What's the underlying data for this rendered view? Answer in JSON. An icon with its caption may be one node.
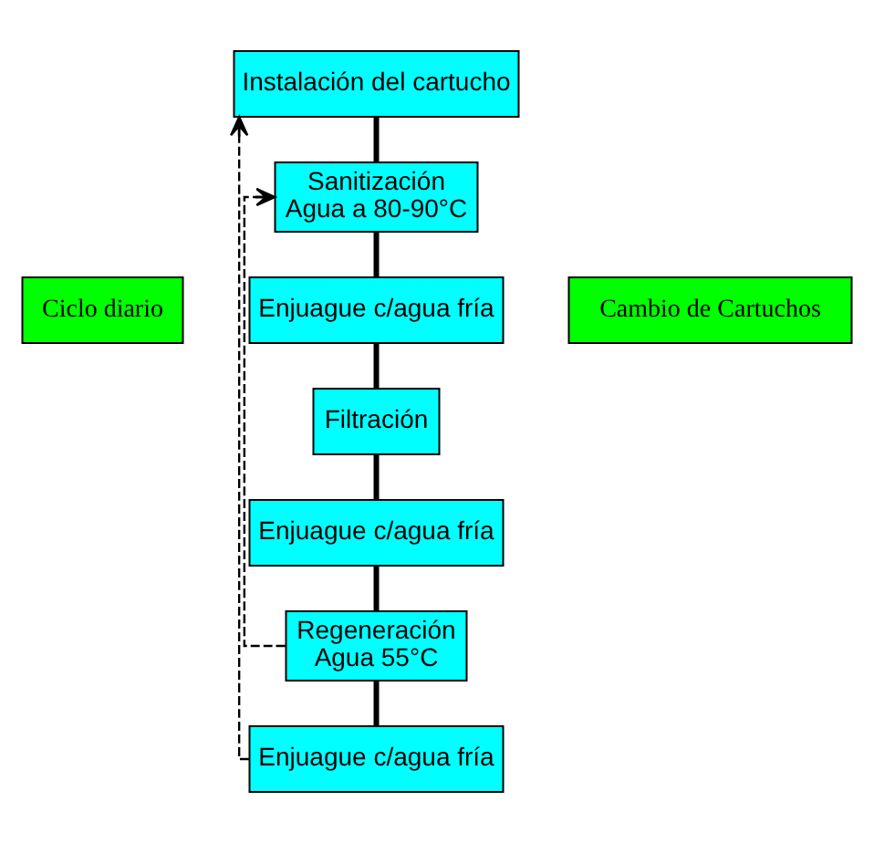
{
  "diagram": {
    "nodes": [
      {
        "text": [
          "Instalación del cartucho"
        ]
      },
      {
        "text": [
          "Sanitización",
          "Agua a 80-90°C"
        ]
      },
      {
        "text": [
          "Enjuague c/agua fría"
        ]
      },
      {
        "text": [
          "Filtración"
        ]
      },
      {
        "text": [
          "Enjuague c/agua fría"
        ]
      },
      {
        "text": [
          "Regeneración",
          "Agua 55°C"
        ]
      },
      {
        "text": [
          "Enjuague c/agua fría"
        ]
      },
      {
        "text": [
          "Ciclo diario"
        ]
      },
      {
        "text": [
          "Cambio de Cartuchos"
        ]
      }
    ],
    "edges": [
      {
        "from": 0,
        "to": 1,
        "arrow": "none"
      },
      {
        "from": 1,
        "to": 2,
        "arrow": "none"
      },
      {
        "from": 2,
        "to": 3,
        "arrow": "none"
      },
      {
        "from": 3,
        "to": 4,
        "arrow": "none"
      },
      {
        "from": 4,
        "to": 5,
        "arrow": "none"
      },
      {
        "from": 5,
        "to": 6,
        "arrow": "none"
      },
      {
        "from": 5,
        "to": 1,
        "arrow": "to",
        "style": "dashed"
      },
      {
        "from": 6,
        "to": 0,
        "arrow": "to",
        "style": "dashed"
      }
    ]
  }
}
